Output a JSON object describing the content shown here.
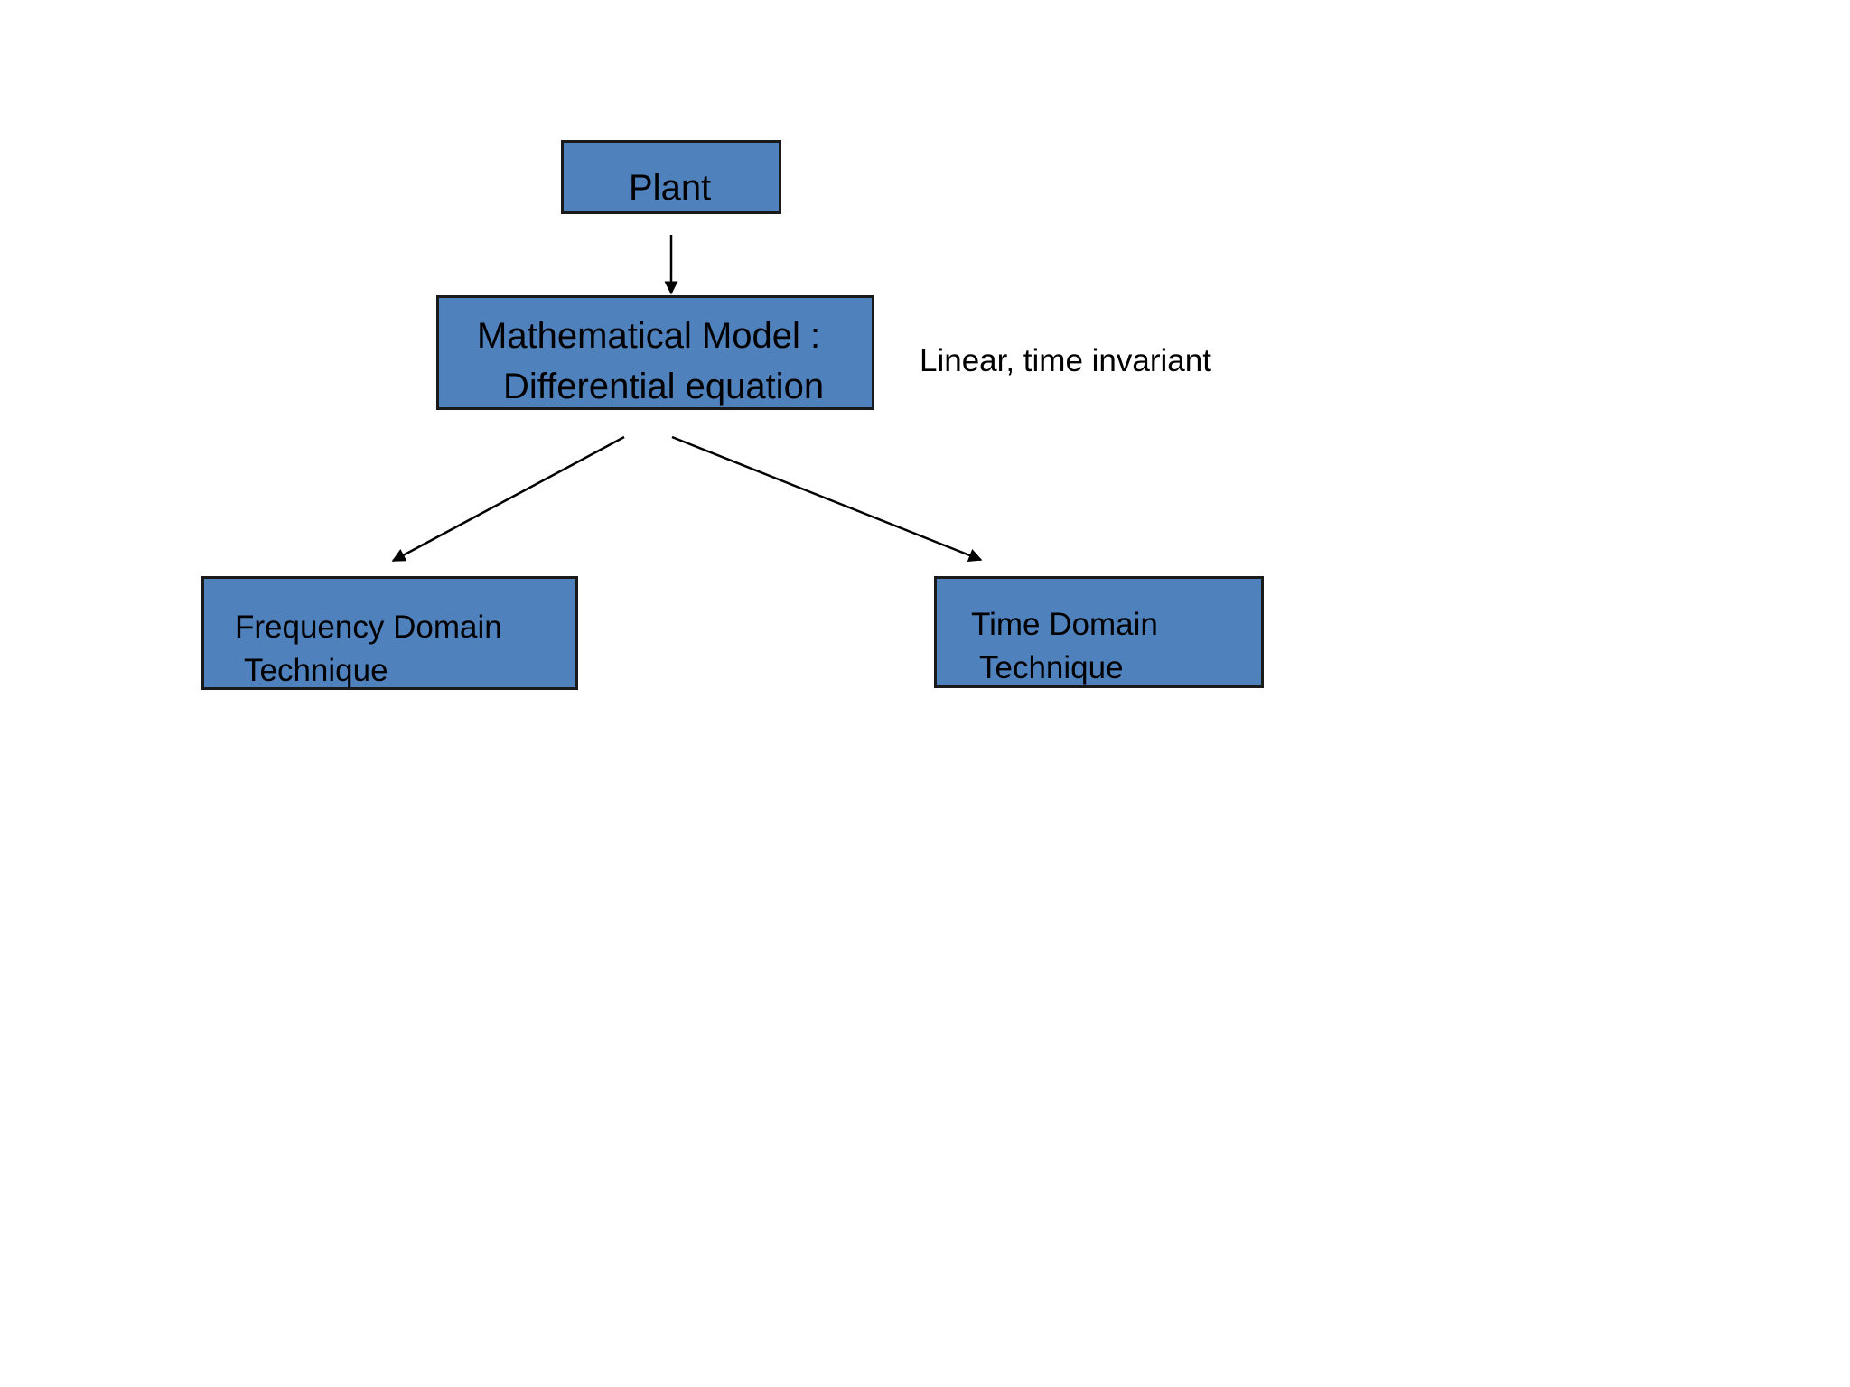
{
  "diagram": {
    "colors": {
      "node_fill": "#4f81bd",
      "node_border": "#1a1a1a",
      "text": "#000000",
      "connector": "#000000",
      "background": "#ffffff"
    },
    "nodes": {
      "plant": {
        "label": "Plant"
      },
      "model": {
        "line1": "Mathematical Model :",
        "line2": "Differential equation"
      },
      "frequency": {
        "line1": "Frequency Domain",
        "line2": "Technique"
      },
      "time": {
        "line1": "Time Domain",
        "line2": "Technique"
      }
    },
    "annotation": "Linear, time invariant",
    "edges": [
      {
        "from": "plant",
        "to": "model"
      },
      {
        "from": "model",
        "to": "frequency"
      },
      {
        "from": "model",
        "to": "time"
      }
    ]
  }
}
